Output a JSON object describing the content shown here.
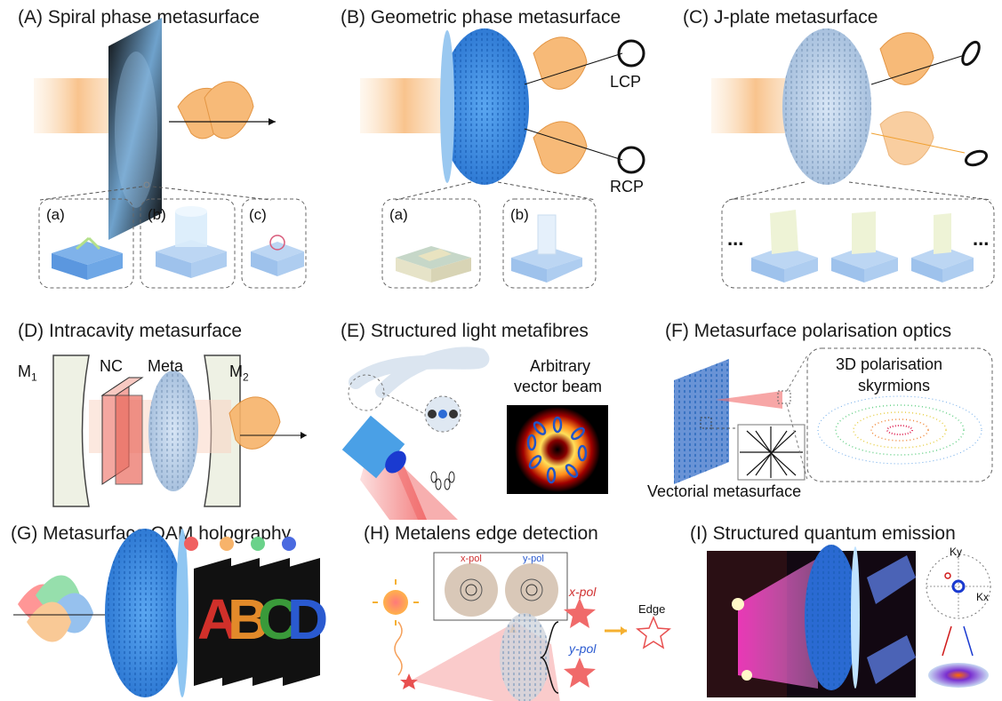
{
  "panels": {
    "A": {
      "title": "(A) Spiral phase metasurface",
      "insets": [
        "(a)",
        "(b)",
        "(c)"
      ]
    },
    "B": {
      "title": "(B) Geometric phase metasurface",
      "lcp": "LCP",
      "rcp": "RCP",
      "insets": [
        "(a)",
        "(b)"
      ]
    },
    "C": {
      "title": "(C) J-plate metasurface",
      "ellipsis": "..."
    },
    "D": {
      "title": "(D) Intracavity metasurface",
      "m1": "M",
      "m1_sub": "1",
      "nc": "NC",
      "meta": "Meta",
      "m2": "M",
      "m2_sub": "2"
    },
    "E": {
      "title": "(E) Structured light metafibres",
      "beam_label_1": "Arbitrary",
      "beam_label_2": "vector beam"
    },
    "F": {
      "title": "(F) Metasurface polarisation optics",
      "skyrmion_1": "3D polarisation",
      "skyrmion_2": "skyrmions",
      "vectorial": "Vectorial metasurface"
    },
    "G": {
      "title": "(G) Metasurface OAM holography",
      "letters": [
        "A",
        "B",
        "C",
        "D"
      ]
    },
    "H": {
      "title": "(H) Metalens edge detection",
      "xpol_small": "x-pol",
      "ypol_small": "y-pol",
      "xpol": "x-pol",
      "ypol": "y-pol",
      "edge": "Edge"
    },
    "I": {
      "title": "(I) Structured quantum emission",
      "ky": "Ky",
      "kx": "Kx"
    }
  },
  "colors": {
    "orange": "#f5a54a",
    "meta_blue": "#3f8fe0",
    "pale_blue": "#aecdf0",
    "red_star": "#f06a6a",
    "laser_red": "#e94a4a"
  }
}
